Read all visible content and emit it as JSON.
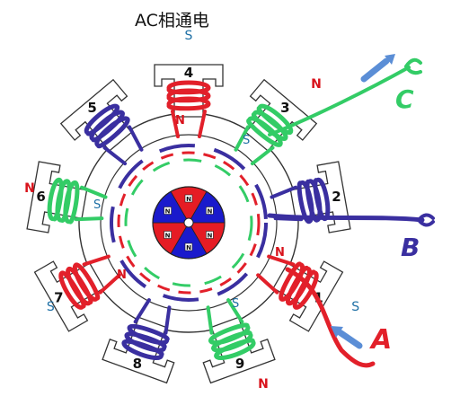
{
  "title": "AC相通电",
  "teeth": [
    {
      "num": "4",
      "pole": "S"
    },
    {
      "num": "3",
      "pole": "N"
    },
    {
      "num": "2",
      "pole": ""
    },
    {
      "num": "1",
      "pole": "S"
    },
    {
      "num": "9",
      "pole": "N"
    },
    {
      "num": "8",
      "pole": ""
    },
    {
      "num": "7",
      "pole": "S"
    },
    {
      "num": "6",
      "pole": "N"
    },
    {
      "num": "5",
      "pole": ""
    }
  ],
  "inner_poles": [
    {
      "text": "N"
    },
    {
      "text": "S"
    },
    {
      "text": "S"
    },
    {
      "text": "N"
    },
    {
      "text": "N"
    },
    {
      "text": "S"
    }
  ],
  "phases": [
    {
      "name": "A",
      "color": "#e2202a"
    },
    {
      "name": "B",
      "color": "#3a2fa0"
    },
    {
      "name": "C",
      "color": "#33cc66"
    }
  ],
  "rotor": {
    "segments": [
      "#e51c24",
      "#1a1acc",
      "#e51c24",
      "#1a1acc",
      "#e51c24",
      "#1a1acc"
    ],
    "magnet_label": "N"
  },
  "colors": {
    "pole_N": "#d8121b",
    "pole_S": "#1d6fa5",
    "arrow": "#5b8ed6",
    "outline": "#333333"
  }
}
